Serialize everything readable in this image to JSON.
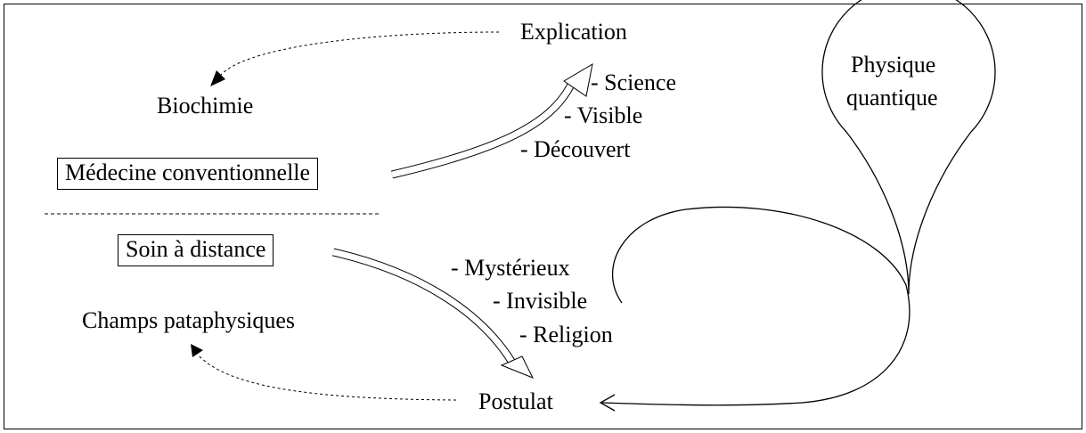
{
  "labels": {
    "explication": "Explication",
    "biochimie": "Biochimie",
    "medecine": "Médecine conventionnelle",
    "soin": "Soin à distance",
    "champs": "Champs pataphysiques",
    "postulat": "Postulat",
    "physique_line1": "Physique",
    "physique_line2": "quantique"
  },
  "upper_list": [
    "- Science",
    "- Visible",
    "- Découvert"
  ],
  "lower_list": [
    "- Mystérieux",
    "- Invisible",
    "- Religion"
  ]
}
